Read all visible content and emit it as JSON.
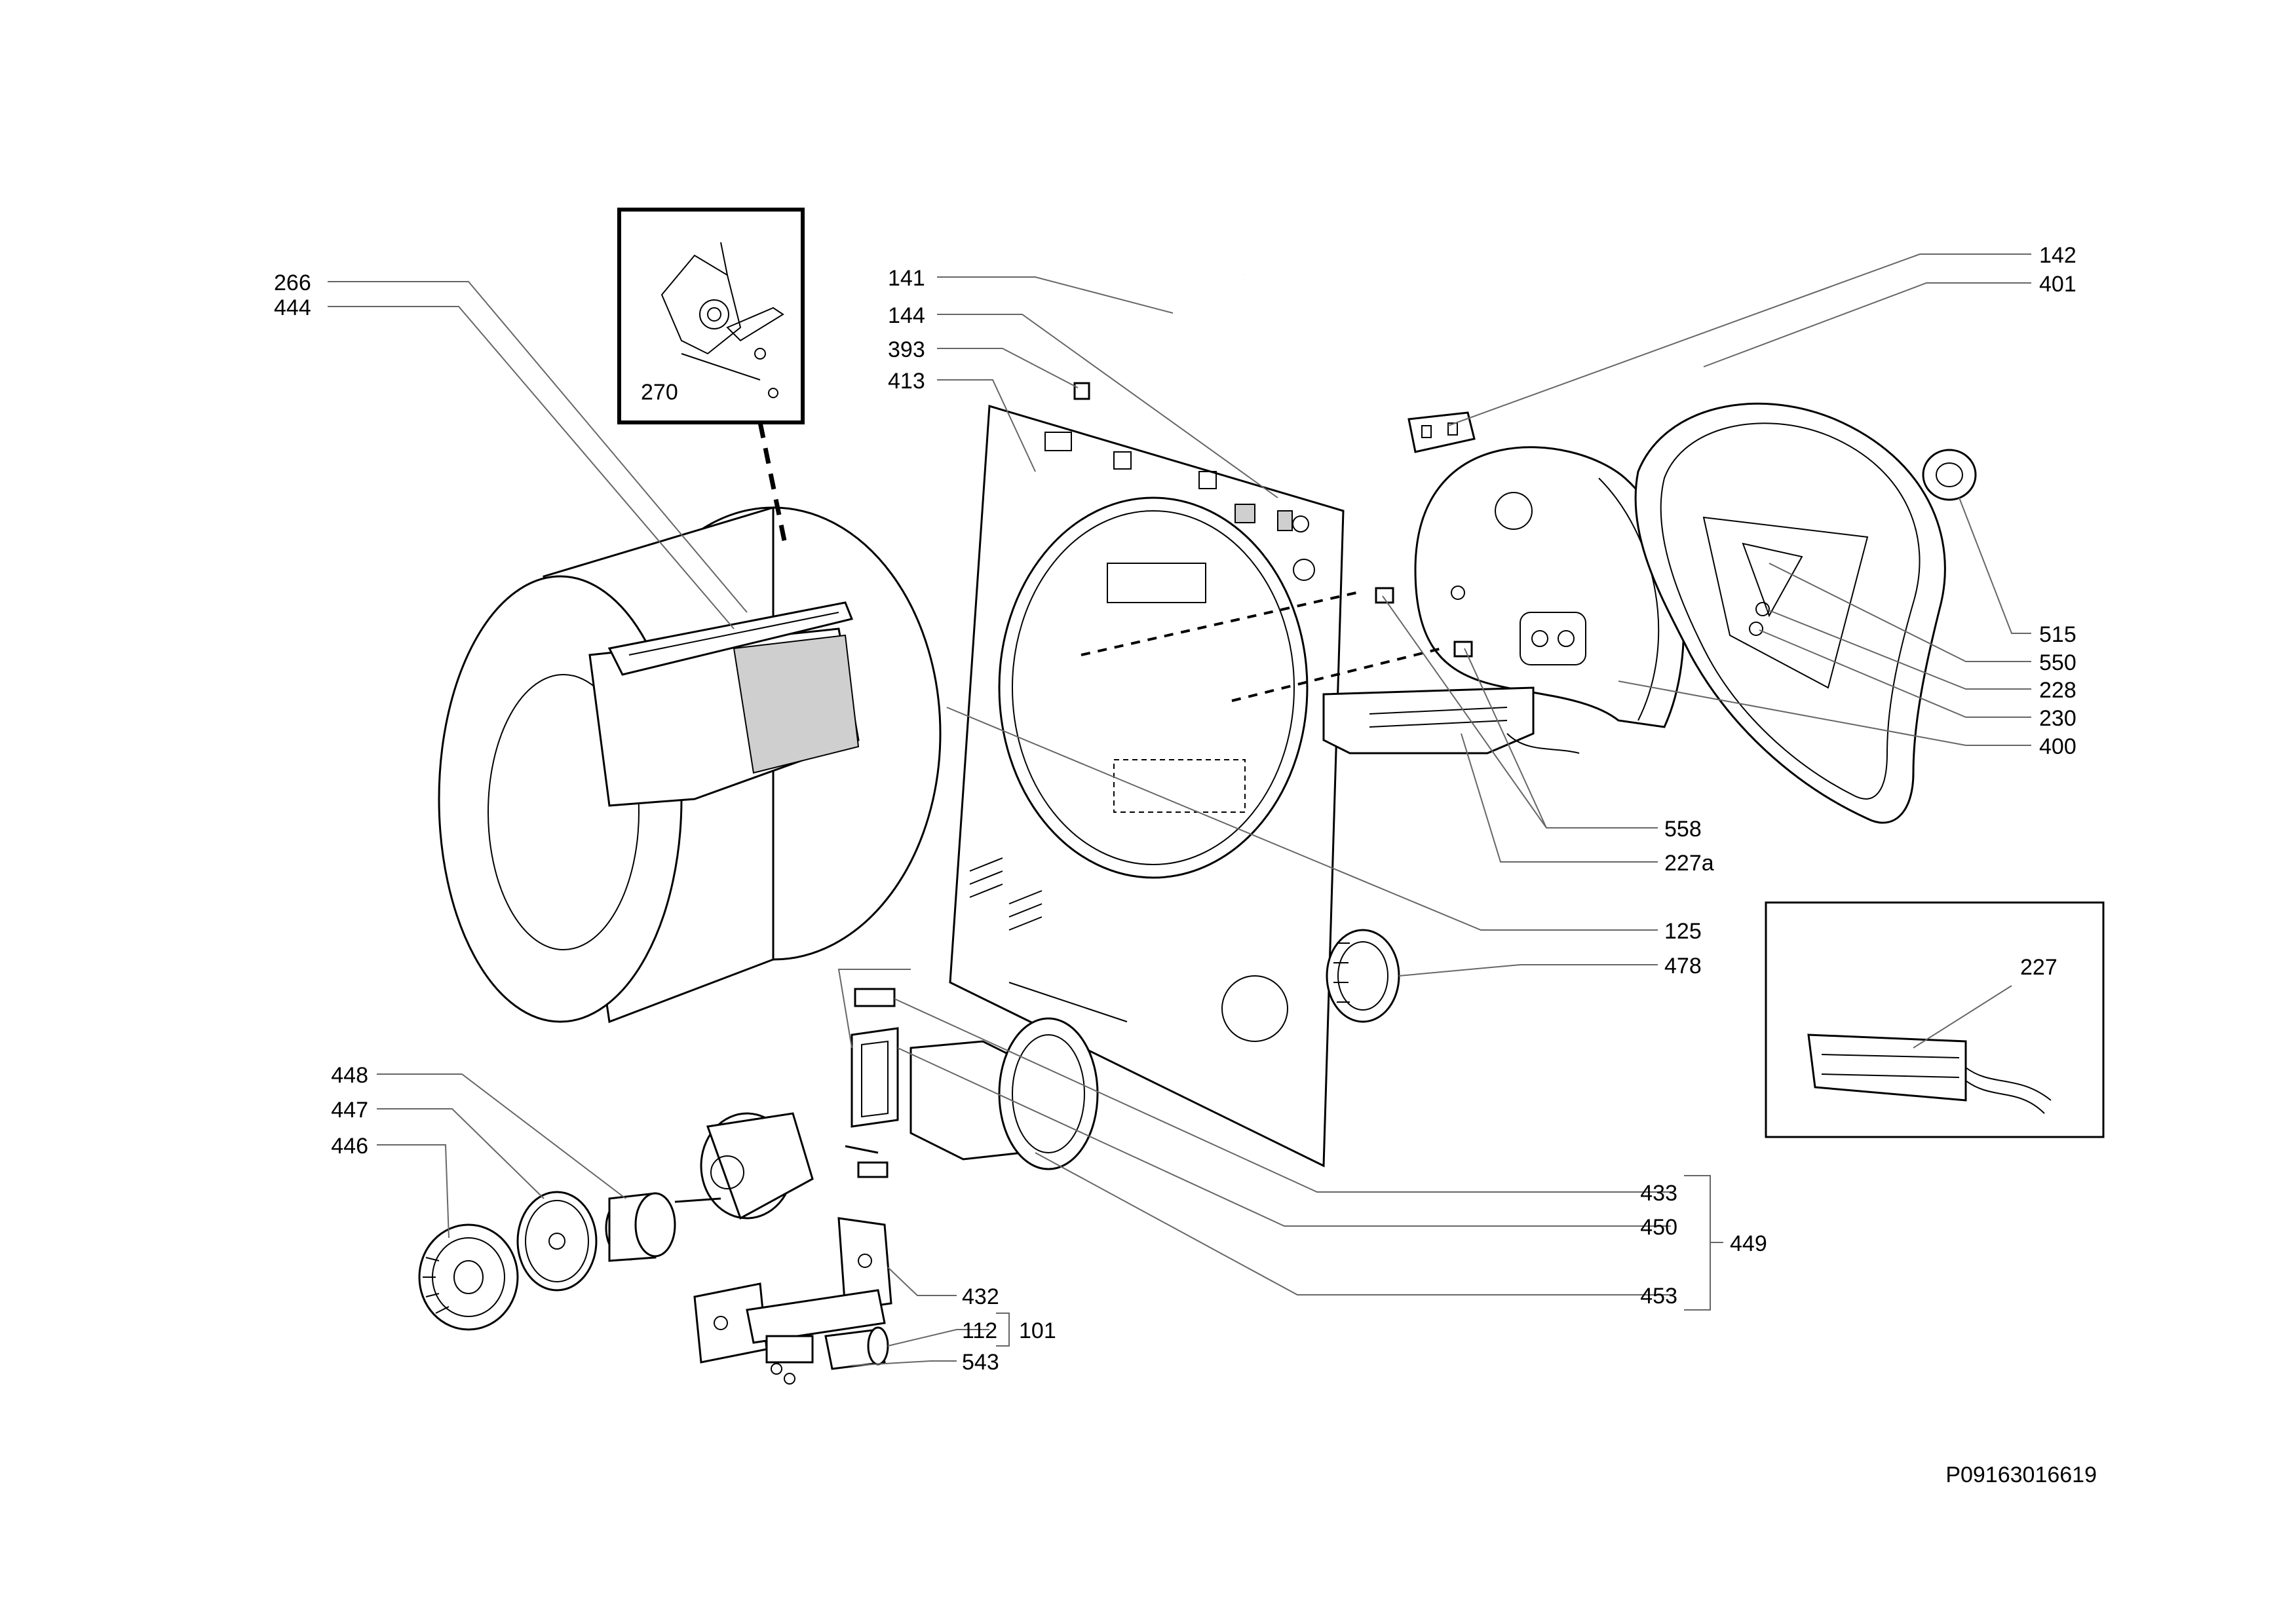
{
  "drawing_code": "P09163016619",
  "callouts": {
    "c266": "266",
    "c444": "444",
    "c270": "270",
    "c141": "141",
    "c144": "144",
    "c393": "393",
    "c413": "413",
    "c142": "142",
    "c401": "401",
    "c515": "515",
    "c550": "550",
    "c228": "228",
    "c230": "230",
    "c400": "400",
    "c558": "558",
    "c227a": "227a",
    "c125": "125",
    "c478": "478",
    "c227": "227",
    "c448": "448",
    "c447": "447",
    "c446": "446",
    "c433": "433",
    "c450": "450",
    "c449": "449",
    "c453": "453",
    "c432": "432",
    "c112": "112",
    "c101": "101",
    "c543": "543"
  }
}
